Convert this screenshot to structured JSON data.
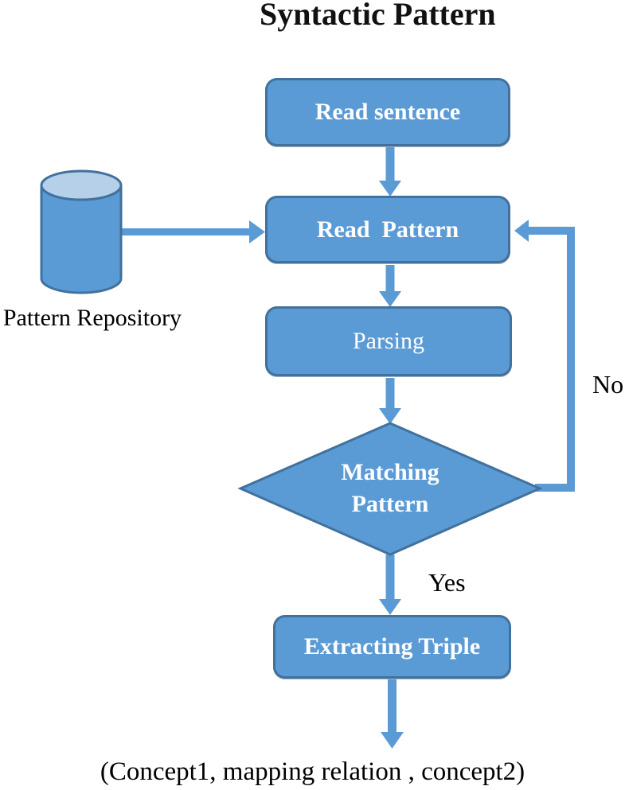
{
  "diagram": {
    "title": "Syntactic Pattern",
    "nodes": {
      "read_sentence": {
        "label": "Read sentence",
        "shape": "rounded-rectangle"
      },
      "read_pattern": {
        "label": "Read  Pattern",
        "shape": "rounded-rectangle"
      },
      "parsing": {
        "label": "Parsing",
        "shape": "rounded-rectangle"
      },
      "matching_pattern": {
        "label": "Matching\nPattern",
        "shape": "decision-diamond"
      },
      "extracting_triple": {
        "label": "Extracting Triple",
        "shape": "rounded-rectangle"
      },
      "pattern_repository": {
        "label": "Pattern Repository",
        "shape": "database-cylinder"
      }
    },
    "edge_labels": {
      "no": "No",
      "yes": "Yes"
    },
    "edges": [
      "read_sentence -> read_pattern",
      "pattern_repository -> read_pattern",
      "read_pattern -> parsing",
      "parsing -> matching_pattern",
      "matching_pattern -> read_pattern (No)",
      "matching_pattern -> extracting_triple (Yes)",
      "extracting_triple -> output"
    ],
    "output_text": "(Concept1, mapping relation , concept2)",
    "colors": {
      "shape_fill": "#5B9BD5",
      "shape_border": "#41719C",
      "arrow": "#5B9BD5",
      "cylinder_top_fill": "#B7D0EA",
      "shape_text": "#FFFFFF",
      "plain_text": "#000000",
      "background": "#FFFFFF"
    }
  }
}
